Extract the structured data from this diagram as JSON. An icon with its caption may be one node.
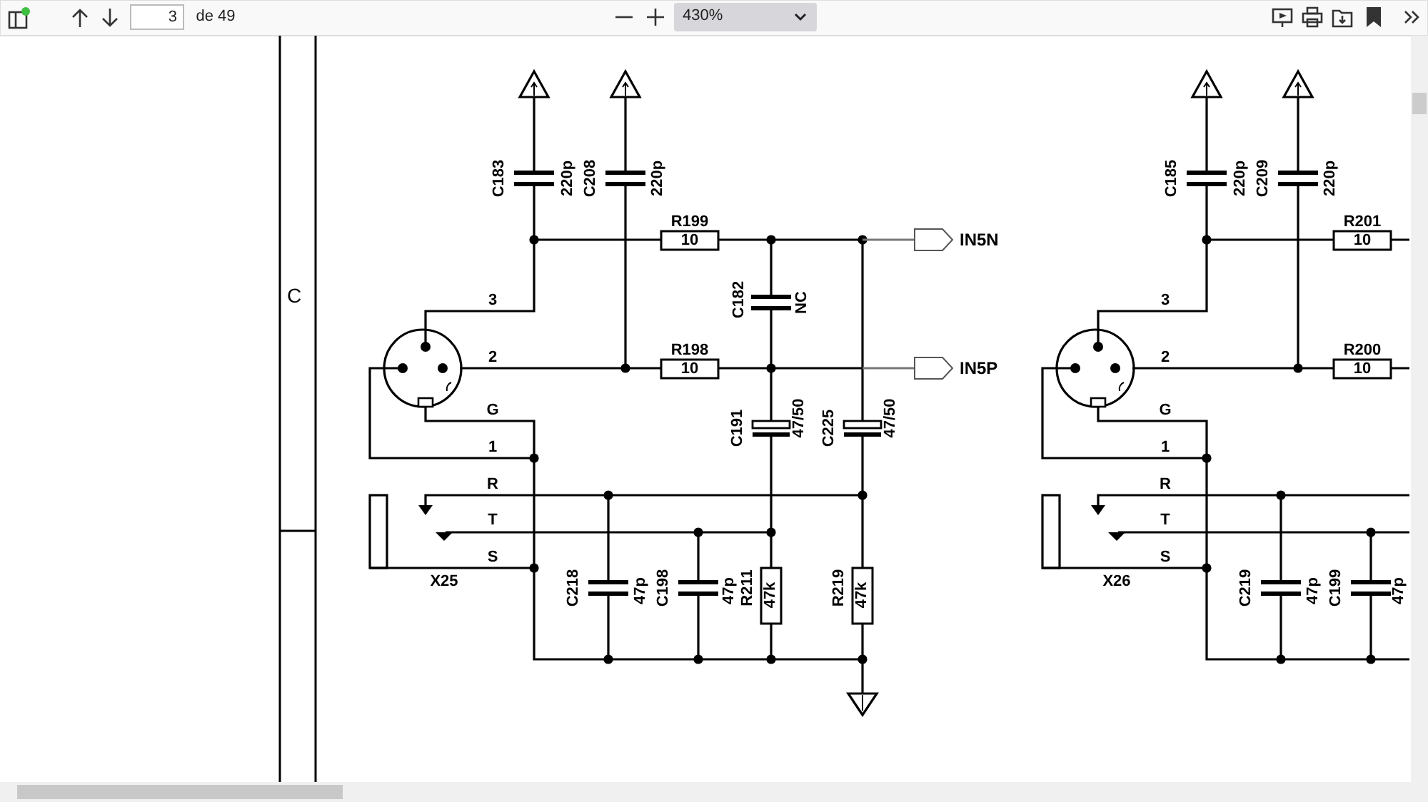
{
  "diagram": {
    "nodes": [
      {
        "text": [
          "IN5N"
        ]
      },
      {
        "text": [
          "IN5P"
        ]
      }
    ],
    "edges": [
      {
        "from": null,
        "to": 0,
        "arrow": "none"
      },
      {
        "from": null,
        "to": 1,
        "arrow": "none"
      }
    ],
    "labels": [
      "3",
      "de 49",
      "430%",
      "C",
      "C183",
      "220p",
      "C208",
      "220p",
      "R199",
      "10",
      "3",
      "C182",
      "NC",
      "2",
      "R198",
      "10",
      "G",
      "C191",
      "47/50",
      "C225",
      "47/50",
      "1",
      "R",
      "T",
      "S",
      "X25",
      "C218",
      "47p",
      "C198",
      "47p",
      "R211",
      "47k",
      "R219",
      "47k",
      "C185",
      "220p",
      "C209",
      "220p",
      "R201",
      "10",
      "3",
      "2",
      "R200",
      "10",
      "G",
      "1",
      "R",
      "T",
      "S",
      "X26",
      "C219",
      "47p",
      "C199",
      "47p"
    ]
  }
}
